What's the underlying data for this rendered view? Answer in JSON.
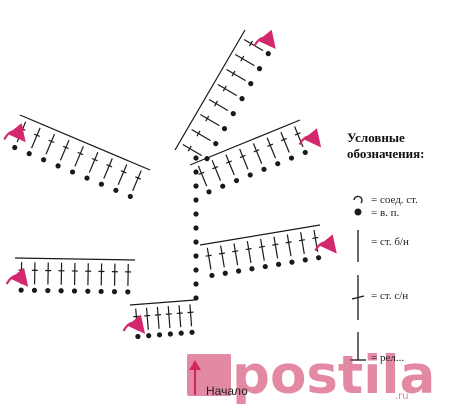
{
  "legend": {
    "title": "Условные\nобозначения:",
    "items": [
      {
        "symbol": "slip-stitch",
        "label": "= соед. ст."
      },
      {
        "symbol": "chain",
        "label": "= в. п."
      },
      {
        "symbol": "single-crochet",
        "label": "= ст. б/н"
      },
      {
        "symbol": "double-crochet",
        "label": "= ст. с/н"
      },
      {
        "symbol": "relief",
        "label": "= рел..."
      }
    ]
  },
  "start_label": "Начало",
  "watermark": {
    "word": "postila",
    "domain": ".ru"
  },
  "colors": {
    "arrow": "#d4286e",
    "ink": "#1a1a1a",
    "watermark": "#cd285a"
  }
}
